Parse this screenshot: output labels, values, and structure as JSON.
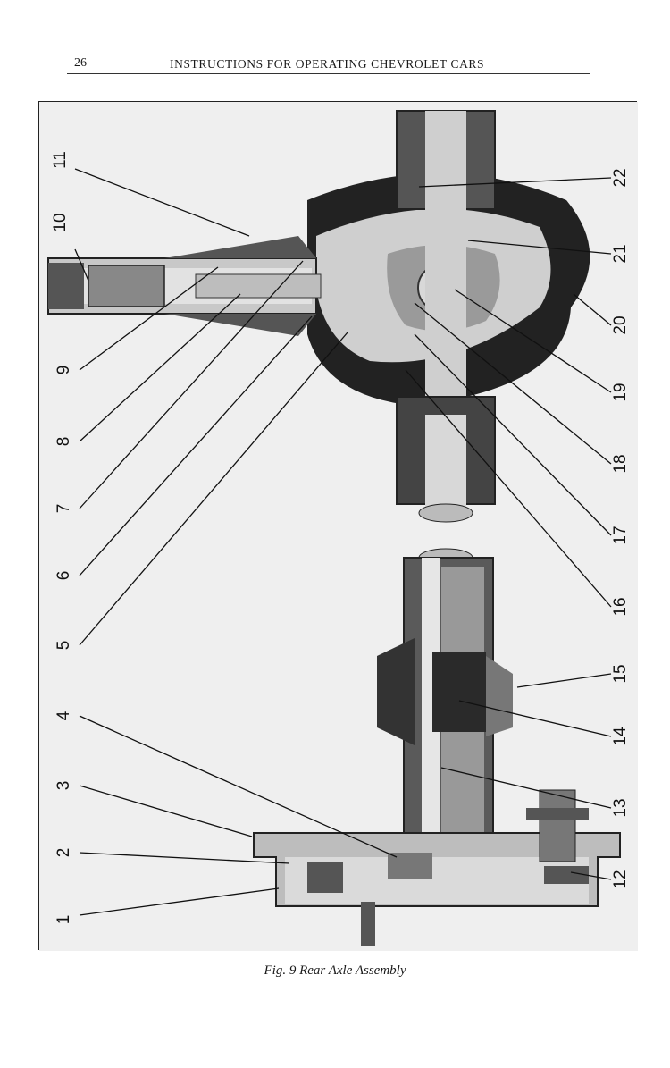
{
  "header": {
    "page_number": "26",
    "running_head": "INSTRUCTIONS FOR OPERATING CHEVROLET CARS"
  },
  "figure": {
    "callouts": [
      "1",
      "2",
      "3",
      "4",
      "5",
      "6",
      "7",
      "8",
      "9",
      "10",
      "11",
      "12",
      "13",
      "14",
      "15",
      "16",
      "17",
      "18",
      "19",
      "20",
      "21",
      "22"
    ]
  },
  "caption": "Fig. 9   Rear Axle Assembly"
}
